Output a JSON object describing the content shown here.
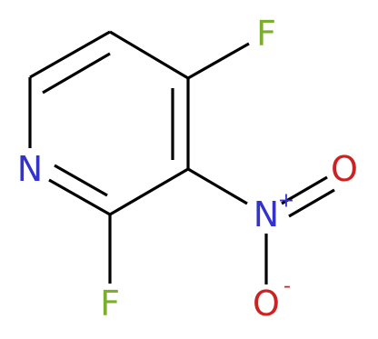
{
  "molecule": {
    "atoms": {
      "n_ring": {
        "symbol": "N",
        "color": "#3333cc"
      },
      "f_top": {
        "symbol": "F",
        "color": "#7cae2e"
      },
      "f_bottom": {
        "symbol": "F",
        "color": "#7cae2e"
      },
      "n_nitro": {
        "symbol": "N",
        "charge": "+",
        "color": "#3333cc"
      },
      "o_double": {
        "symbol": "O",
        "color": "#cc2222"
      },
      "o_minus": {
        "symbol": "O",
        "charge": "-",
        "color": "#cc2222"
      }
    },
    "bond_color": "#000000"
  }
}
